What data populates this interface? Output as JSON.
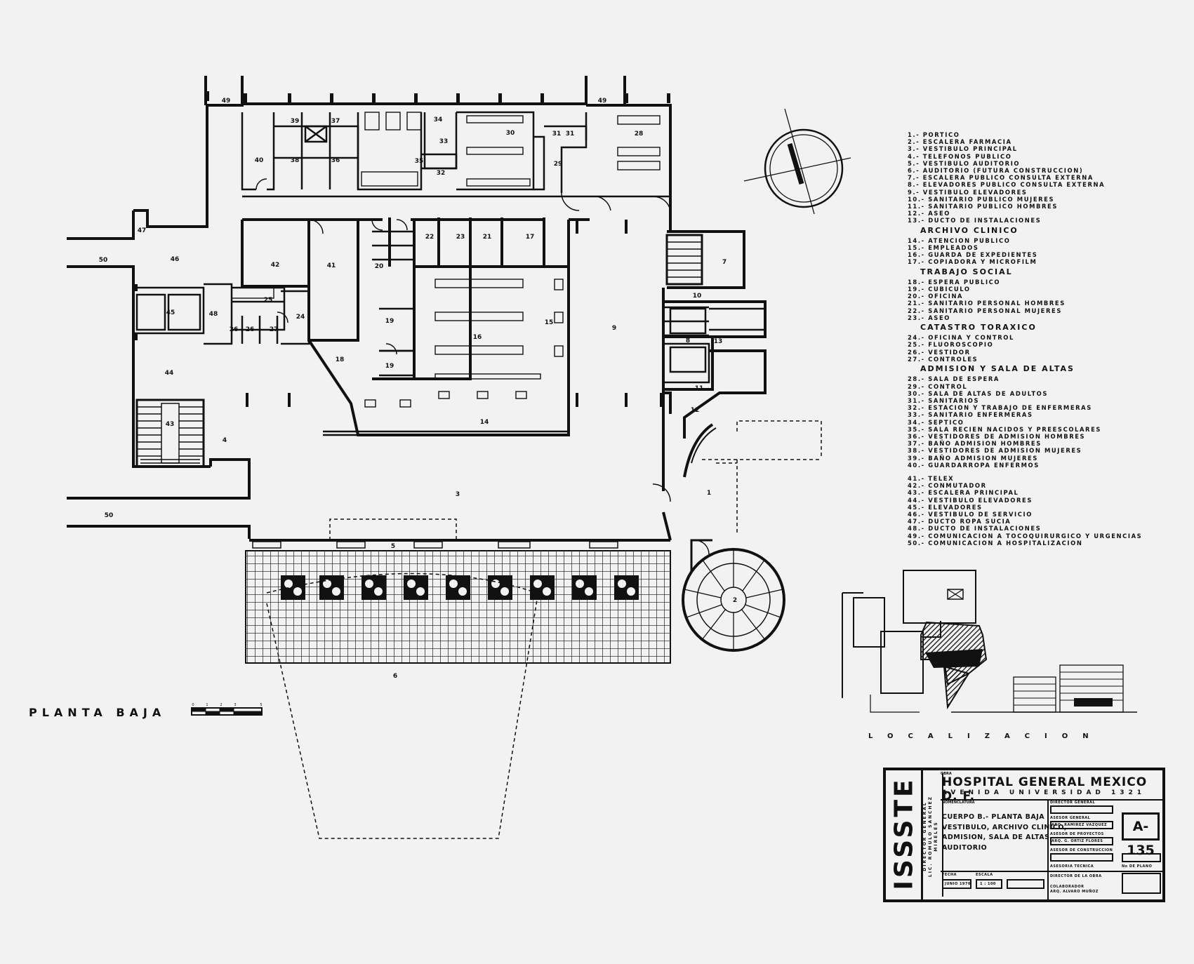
{
  "drawing": {
    "plan_label": "PLANTA BAJA",
    "localizacion_label": "LOCALIZACION",
    "legend": [
      {
        "type": "item",
        "text": "1.- PORTICO"
      },
      {
        "type": "item",
        "text": "2.- ESCALERA FARMACIA"
      },
      {
        "type": "item",
        "text": "3.- VESTIBULO PRINCIPAL"
      },
      {
        "type": "item",
        "text": "4.- TELEFONOS PUBLICO"
      },
      {
        "type": "item",
        "text": "5.- VESTIBULO AUDITORIO"
      },
      {
        "type": "item",
        "text": "6.- AUDITORIO (FUTURA CONSTRUCCION)"
      },
      {
        "type": "item",
        "text": "7.- ESCALERA PUBLICO CONSULTA EXTERNA"
      },
      {
        "type": "item",
        "text": "8.- ELEVADORES PUBLICO CONSULTA EXTERNA"
      },
      {
        "type": "item",
        "text": "9.- VESTIBULO ELEVADORES"
      },
      {
        "type": "item",
        "text": "10.- SANITARIO PUBLICO MUJERES"
      },
      {
        "type": "item",
        "text": "11.- SANITARIO PUBLICO HOMBRES"
      },
      {
        "type": "item",
        "text": "12.- ASEO"
      },
      {
        "type": "item",
        "text": "13.- DUCTO DE INSTALACIONES"
      },
      {
        "type": "heading",
        "text": "ARCHIVO CLINICO"
      },
      {
        "type": "item",
        "text": "14.- ATENCION PUBLICO"
      },
      {
        "type": "item",
        "text": "15.- EMPLEADOS"
      },
      {
        "type": "item",
        "text": "16.- GUARDA DE EXPEDIENTES"
      },
      {
        "type": "item",
        "text": "17.- COPIADORA Y MICROFILM"
      },
      {
        "type": "heading",
        "text": "TRABAJO SOCIAL"
      },
      {
        "type": "item",
        "text": "18.- ESPERA PUBLICO"
      },
      {
        "type": "item",
        "text": "19.- CUBICULO"
      },
      {
        "type": "item",
        "text": "20.- OFICINA"
      },
      {
        "type": "item",
        "text": "21.- SANITARIO PERSONAL HOMBRES"
      },
      {
        "type": "item",
        "text": "22.- SANITARIO PERSONAL MUJERES"
      },
      {
        "type": "item",
        "text": "23.- ASEO"
      },
      {
        "type": "heading",
        "text": "CATASTRO TORAXICO"
      },
      {
        "type": "item",
        "text": "24.- OFICINA Y CONTROL"
      },
      {
        "type": "item",
        "text": "25.- FLUOROSCOPIO"
      },
      {
        "type": "item",
        "text": "26.- VESTIDOR"
      },
      {
        "type": "item",
        "text": "27.- CONTROLES"
      },
      {
        "type": "heading",
        "text": "ADMISION Y SALA DE ALTAS"
      },
      {
        "type": "item",
        "text": "28.- SALA DE ESPERA"
      },
      {
        "type": "item",
        "text": "29.- CONTROL"
      },
      {
        "type": "item",
        "text": "30.- SALA DE ALTAS DE ADULTOS"
      },
      {
        "type": "item",
        "text": "31.- SANITARIOS"
      },
      {
        "type": "item",
        "text": "32.- ESTACION Y TRABAJO DE ENFERMERAS"
      },
      {
        "type": "item",
        "text": "33.- SANITARIO ENFERMERAS"
      },
      {
        "type": "item",
        "text": "34.- SEPTICO"
      },
      {
        "type": "item",
        "text": "35.- SALA RECIEN NACIDOS Y PREESCOLARES"
      },
      {
        "type": "item",
        "text": "36.- VESTIDORES DE ADMISION HOMBRES"
      },
      {
        "type": "item",
        "text": "37.- BAÑO ADMISION HOMBRES"
      },
      {
        "type": "item",
        "text": "38.- VESTIDORES DE ADMISION MUJERES"
      },
      {
        "type": "item",
        "text": "39.- BAÑO ADMISION MUJERES"
      },
      {
        "type": "item",
        "text": "40.- GUARDARROPA ENFERMOS"
      },
      {
        "type": "gap",
        "text": ""
      },
      {
        "type": "item",
        "text": "41.- TELEX"
      },
      {
        "type": "item",
        "text": "42.- CONMUTADOR"
      },
      {
        "type": "item",
        "text": "43.- ESCALERA PRINCIPAL"
      },
      {
        "type": "item",
        "text": "44.- VESTIBULO ELEVADORES"
      },
      {
        "type": "item",
        "text": "45.- ELEVADORES"
      },
      {
        "type": "item",
        "text": "46.- VESTIBULO DE SERVICIO"
      },
      {
        "type": "item",
        "text": "47.- DUCTO ROPA SUCIA"
      },
      {
        "type": "item",
        "text": "48.- DUCTO DE INSTALACIONES"
      },
      {
        "type": "item",
        "text": "49.- COMUNICACION A TOCOQUIRURGICO Y URGENCIAS"
      },
      {
        "type": "item",
        "text": "50.- COMUNICACION A HOSPITALIZACION"
      }
    ],
    "room_labels": {
      "r1": "1",
      "r2": "2",
      "r3": "3",
      "r4": "4",
      "r5": "5",
      "r6": "6",
      "r7": "7",
      "r8": "8",
      "r9": "9",
      "r10": "10",
      "r11": "11",
      "r12": "12",
      "r13": "13",
      "r14": "14",
      "r15": "15",
      "r16": "16",
      "r17": "17",
      "r18": "18",
      "r19a": "19",
      "r19b": "19",
      "r20": "20",
      "r21": "21",
      "r22": "22",
      "r23": "23",
      "r24": "24",
      "r25": "25",
      "r26a": "26",
      "r26b": "26",
      "r27": "27",
      "r28": "28",
      "r29": "29",
      "r30": "30",
      "r31a": "31",
      "r31b": "31",
      "r32": "32",
      "r33": "33",
      "r34": "34",
      "r35": "35",
      "r36": "36",
      "r37": "37",
      "r38": "38",
      "r39": "39",
      "r40": "40",
      "r41": "41",
      "r42": "42",
      "r43": "43",
      "r44": "44",
      "r45": "45",
      "r46": "46",
      "r47": "47",
      "r48": "48",
      "r49a": "49",
      "r49b": "49",
      "r50a": "50",
      "r50b": "50"
    },
    "scale_ticks": [
      "0",
      "1",
      "2",
      "3",
      "5"
    ]
  },
  "title_block": {
    "logo": "ISSSTE",
    "director_lines": [
      "DIRECTOR GENERAL",
      "LIC. ROMULO SANCHEZ MIRELES"
    ],
    "obra_label": "OBRA",
    "project": "HOSPITAL GENERAL MEXICO D. F.",
    "address": "AVENIDA UNIVERSIDAD 1321",
    "nomenclatura_label": "NOMENCLATURA",
    "description": [
      "CUERPO B.- PLANTA BAJA",
      "VESTIBULO, ARCHIVO CLINICO,",
      "ADMISION, SALA DE ALTAS,",
      "AUDITORIO"
    ],
    "director_general_label": "DIRECTOR GENERAL",
    "asesor_general_label": "ASESOR GENERAL",
    "asesor_general_name": "ARQ. RAMIREZ VAZQUEZ",
    "asesor_proyectos_label": "ASESOR DE PROYECTOS",
    "asesor_proyectos_name": "ARQ. G. ORTIZ FLORES",
    "asesor_construccion_label": "ASESOR DE CONSTRUCCION",
    "asesoria_tecnica_label": "ASESORIA TECNICA",
    "no_plano_label": "No DE PLANO",
    "sheet_number": "A-135",
    "director_obra_label": "DIRECTOR DE LA OBRA",
    "colaborador_label": "COLABORADOR",
    "colaborador_name": "ARQ. ALVARO MUÑOZ",
    "fecha_label": "FECHA",
    "fecha_value": "JUNIO 1970",
    "escala_label": "ESCALA",
    "escala_value": "1 : 100"
  }
}
